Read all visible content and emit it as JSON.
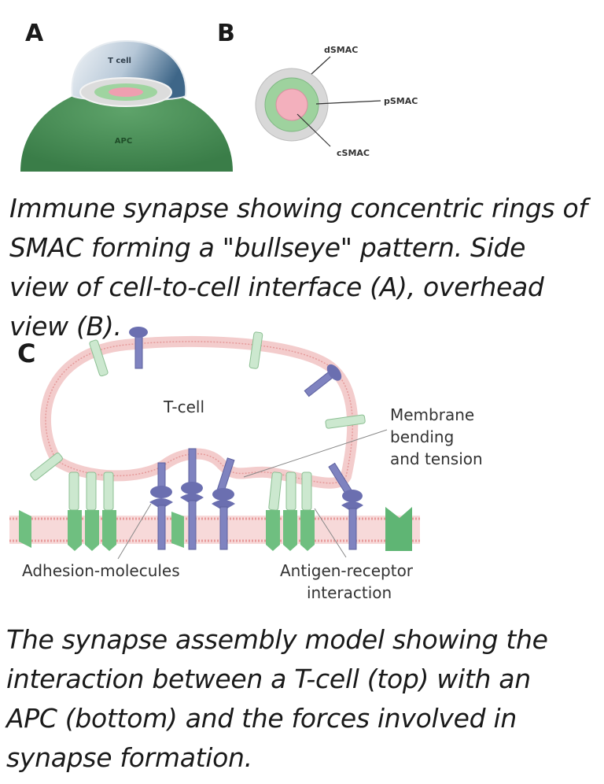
{
  "panel_a": {
    "letter": "A",
    "tcell_label": "T cell",
    "apc_label": "APC"
  },
  "panel_b": {
    "letter": "B",
    "dsmac_label": "dSMAC",
    "psmac_label": "pSMAC",
    "csmac_label": "cSMAC"
  },
  "caption1": "Immune synapse showing concentric rings of SMAC forming a \"bullseye\" pattern. Side view of cell-to-cell interface (A), overhead view (B).",
  "panel_c": {
    "letter": "C",
    "tcell_label": "T-cell",
    "membrane_label": [
      "Membrane",
      "bending",
      "and tension"
    ],
    "adhesion_label": "Adhesion-molecules",
    "antigen_label": [
      "Antigen-receptor",
      "interaction"
    ]
  },
  "caption2": "The synapse assembly model showing the interaction between a T-cell (top) with an APC (bottom) and the forces involved in synapse formation.",
  "colors": {
    "apc_green": "#3f8a4f",
    "tcell_blue": "#5f86a6",
    "dsmac_gray": "#d5d5d5",
    "psmac_green": "#9ed29e",
    "csmac_pink": "#f0a8b6",
    "membrane_pink": "#f2c4c4",
    "receptor_purple": "#6b6fb0",
    "adhesion_green": "#8fcf9a"
  }
}
